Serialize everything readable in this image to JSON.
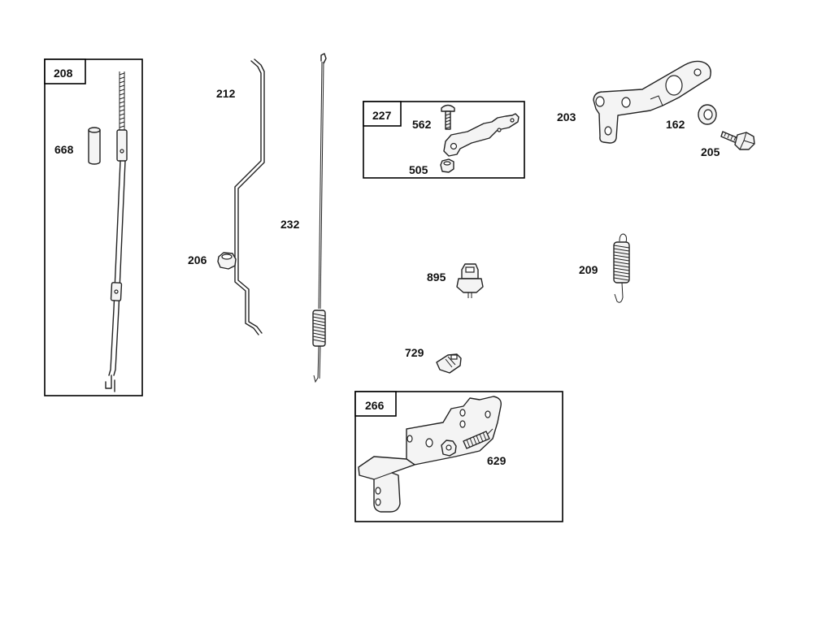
{
  "labels": {
    "p208": "208",
    "p668": "668",
    "p212": "212",
    "p206": "206",
    "p232": "232",
    "p227": "227",
    "p562": "562",
    "p505": "505",
    "p203": "203",
    "p162": "162",
    "p205": "205",
    "p895": "895",
    "p209": "209",
    "p729": "729",
    "p266": "266",
    "p629": "629"
  }
}
